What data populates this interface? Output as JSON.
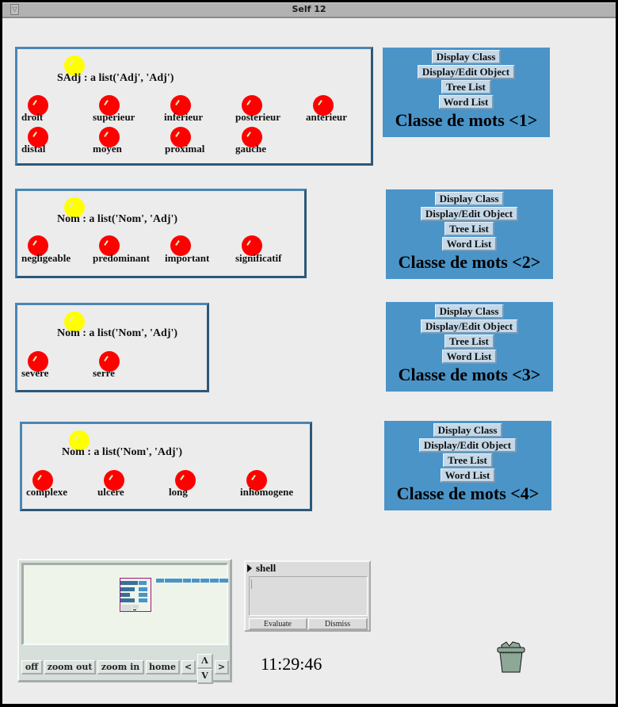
{
  "window": {
    "title": "Self 12",
    "menu_icon": "triangle-down-icon"
  },
  "colors": {
    "background": "#ececec",
    "morph_border": "#4a86b4",
    "panel": "#4a94c8",
    "ball_yellow": "#ffff00",
    "ball_red": "#ff0000"
  },
  "morphs": [
    {
      "title": "SAdj : a list('Adj', 'Adj')",
      "words": [
        "droit",
        "superieur",
        "inferieur",
        "posterieur",
        "anterieur",
        "distal",
        "moyen",
        "proximal",
        "gauche"
      ]
    },
    {
      "title": "Nom : a list('Nom', 'Adj')",
      "words": [
        "negligeable",
        "predominant",
        "important",
        "significatif"
      ]
    },
    {
      "title": "Nom : a list('Nom', 'Adj')",
      "words": [
        "severe",
        "serre"
      ]
    },
    {
      "title": "Nom : a list('Nom', 'Adj')",
      "words": [
        "complexe",
        "ulcere",
        "long",
        "inhomogene"
      ]
    }
  ],
  "panels": [
    {
      "buttons": [
        "Display Class",
        "Display/Edit Object",
        "Tree List",
        "Word List"
      ],
      "caption": "Classe de mots <1>"
    },
    {
      "buttons": [
        "Display Class",
        "Display/Edit Object",
        "Tree List",
        "Word List"
      ],
      "caption": "Classe de mots <2>"
    },
    {
      "buttons": [
        "Display Class",
        "Display/Edit Object",
        "Tree List",
        "Word List"
      ],
      "caption": "Classe de mots <3>"
    },
    {
      "buttons": [
        "Display Class",
        "Display/Edit Object",
        "Tree List",
        "Word List"
      ],
      "caption": "Classe de mots <4>"
    }
  ],
  "navigator": {
    "buttons": {
      "off": "off",
      "zoom_out": "zoom out",
      "zoom_in": "zoom in",
      "home": "home",
      "left": "<",
      "up": "Λ",
      "down": "V",
      "right": ">"
    }
  },
  "shell": {
    "label": "shell",
    "input_value": "",
    "evaluate": "Evaluate",
    "dismiss": "Dismiss"
  },
  "clock": {
    "time": "11:29:46"
  },
  "trash": {
    "icon": "trash-can-icon"
  }
}
